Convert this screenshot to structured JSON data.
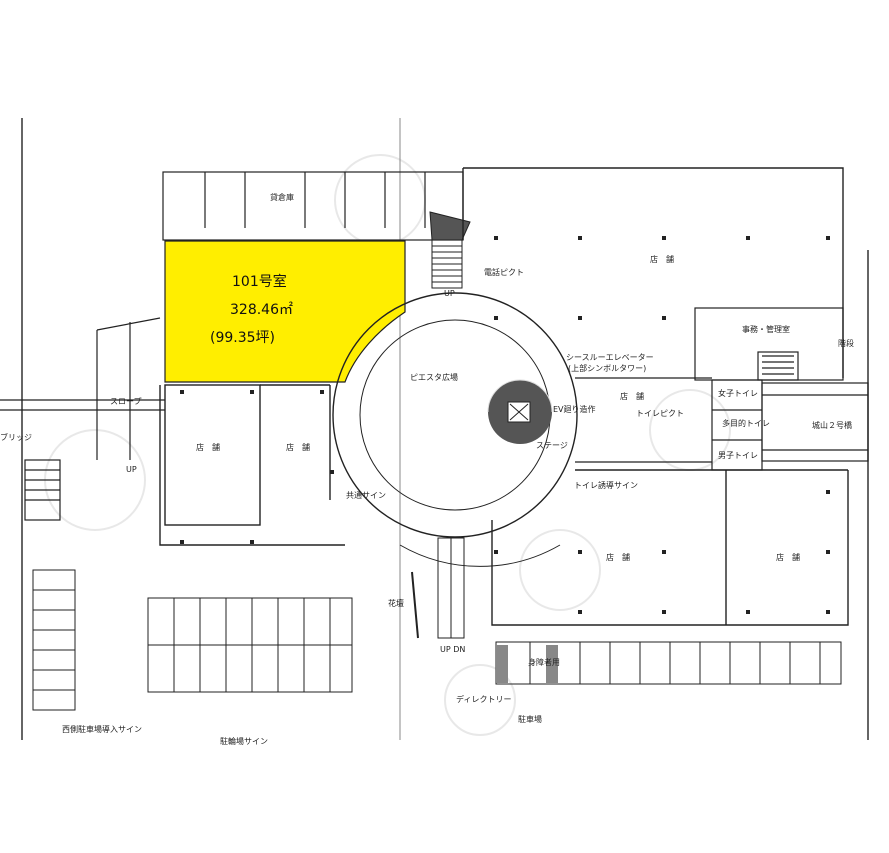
{
  "highlight": {
    "room": "101号室",
    "area_m2": "328.46㎡",
    "area_tsubo": "(99.35坪)",
    "color": "#ffee00"
  },
  "labels": {
    "storage": "貸倉庫",
    "phone_pict": "電話ピクト",
    "shop": "店　舗",
    "office": "事務・管理室",
    "stairs": "階段",
    "see_through_ev": "シースルーエレベーター",
    "ev_sub": "(上部シンボルタワー)",
    "plaza": "ピエスタ広場",
    "ev_frame": "EV廻り造作",
    "toilet_pict": "トイレピクト",
    "women": "女子トイレ",
    "multi": "多目的トイレ",
    "men": "男子トイレ",
    "shiroyama": "城山２号橋",
    "toilet_guide": "トイレ誘導サイン",
    "common_sign": "共通サイン",
    "flower_bed": "花壇",
    "directory": "ディレクトリー",
    "parking": "駐車場",
    "handicap_parking": "身障者用",
    "west_parking_sign": "西側駐車場導入サイン",
    "parking_sign_2": "駐輪場サイン",
    "slope": "スロープ",
    "bridge": "ブリッジ",
    "up": "UP",
    "updn": "UP DN",
    "stage": "ステージ"
  }
}
